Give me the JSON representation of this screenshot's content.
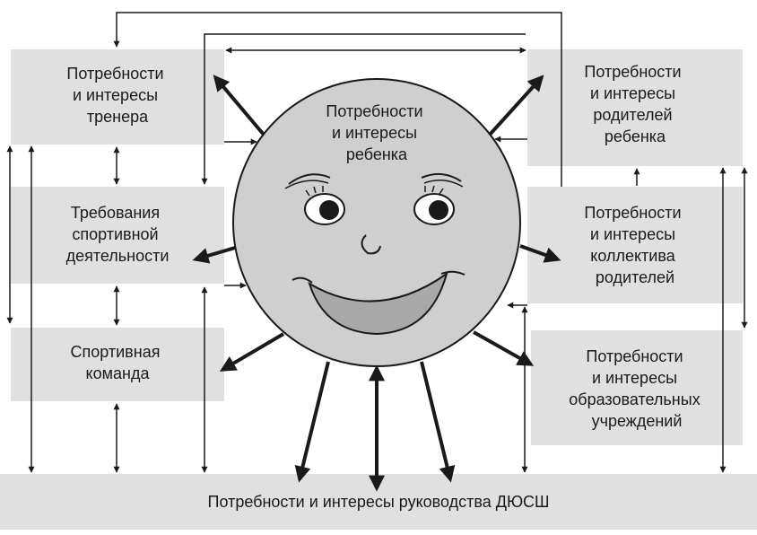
{
  "diagram": {
    "center": {
      "lines": [
        "Потребности",
        "и интересы",
        "ребенка"
      ]
    },
    "boxes": {
      "coach": {
        "lines": [
          "Потребности",
          "и интересы",
          "тренера"
        ]
      },
      "requirements": {
        "lines": [
          "Требования",
          "спортивной",
          "деятельности"
        ]
      },
      "team": {
        "lines": [
          "Спортивная",
          "команда"
        ]
      },
      "parents": {
        "lines": [
          "Потребности",
          "и интересы",
          "родителей",
          "ребенка"
        ]
      },
      "parents_collective": {
        "lines": [
          "Потребности",
          "и интересы",
          "коллектива",
          "родителей"
        ]
      },
      "education": {
        "lines": [
          "Потребности",
          "и интересы",
          "образовательных",
          "учреждений"
        ]
      },
      "management": {
        "lines": [
          "Потребности и интересы руководства ДЮСШ"
        ]
      }
    },
    "colors": {
      "box_fill": "#e0e0e0",
      "sun_fill": "#cfcfcf",
      "mouth_fill": "#a9a9a9",
      "stroke": "#1a1a1a"
    }
  }
}
